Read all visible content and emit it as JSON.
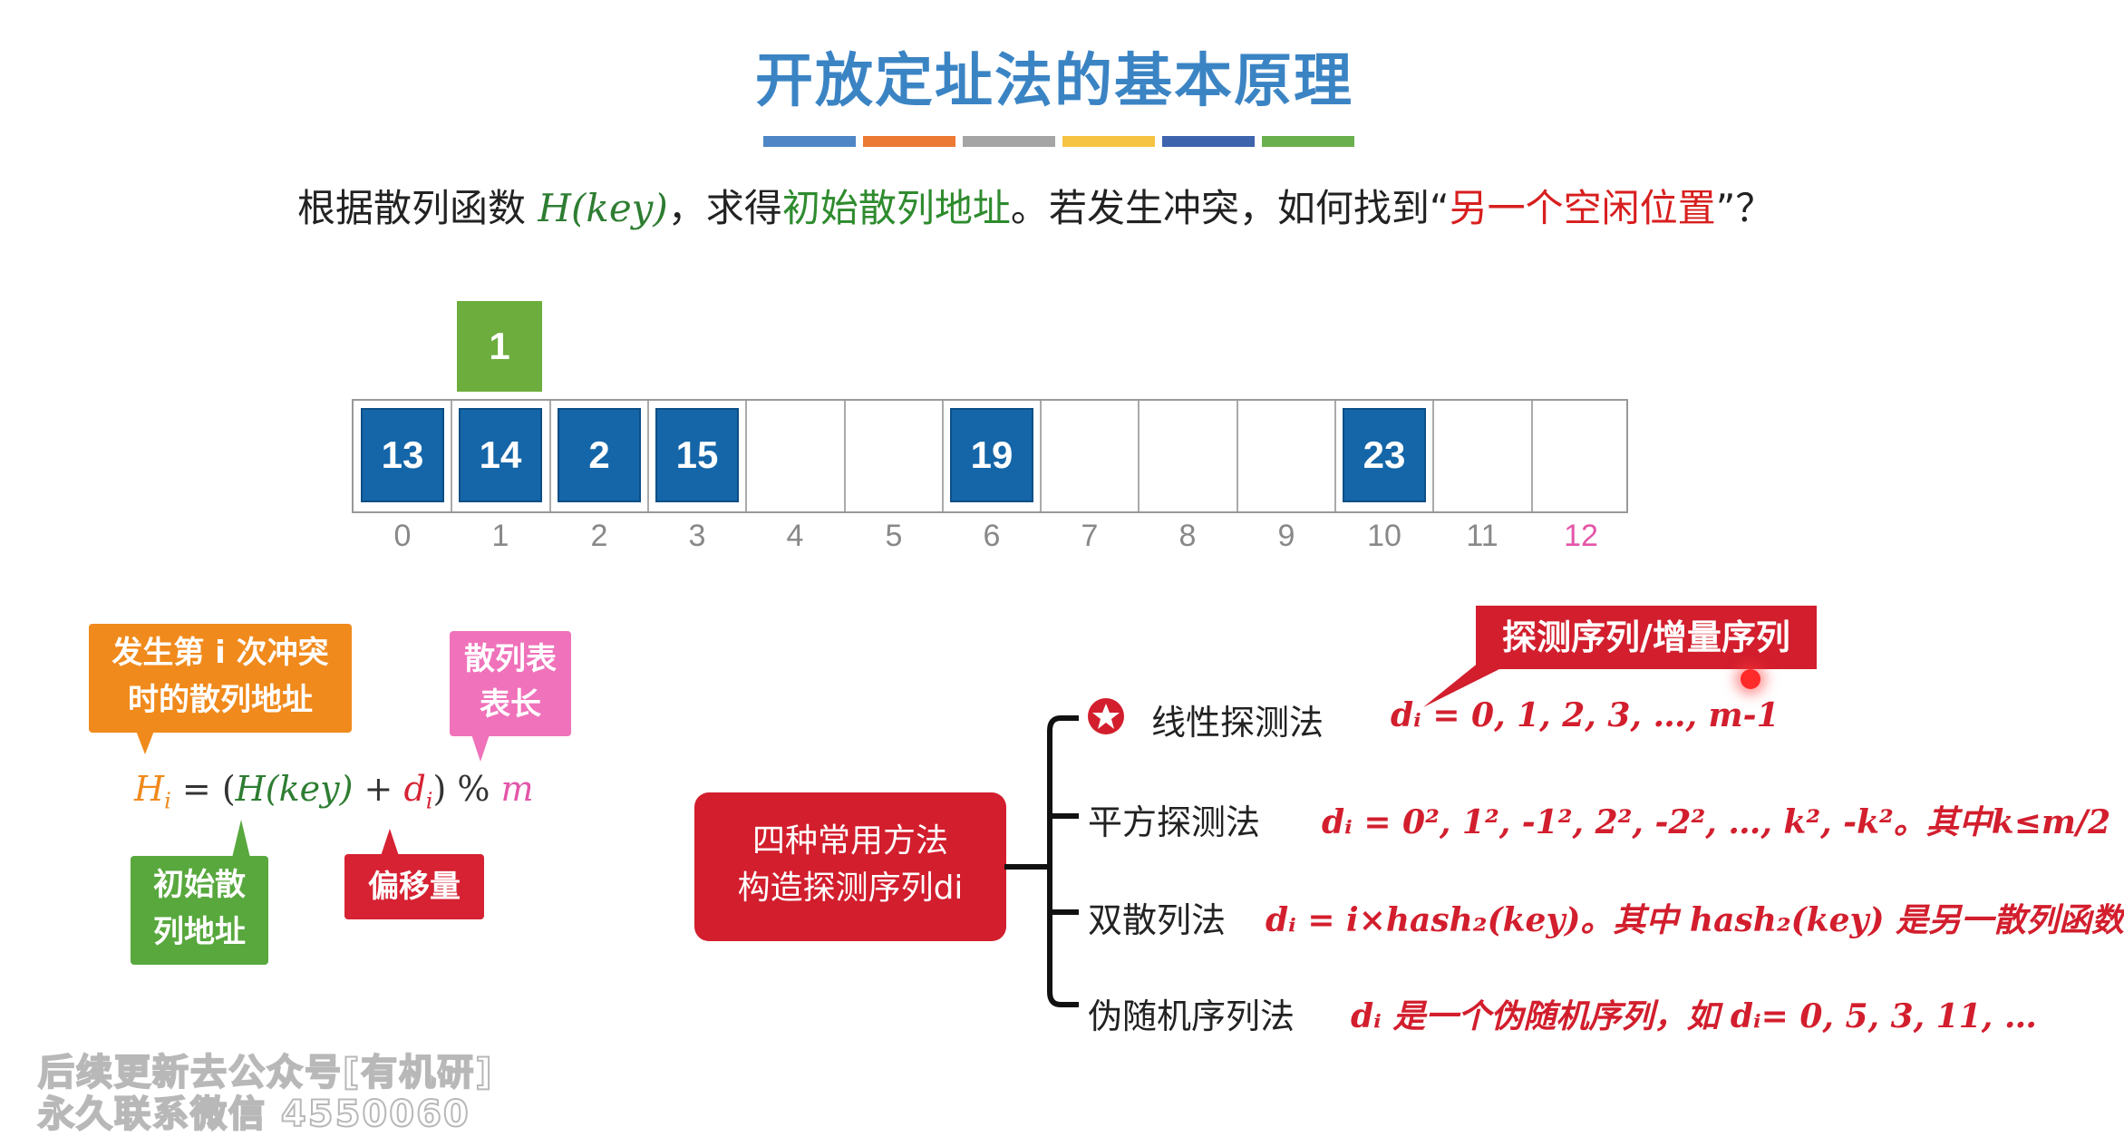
{
  "title": "开放定址法的基本原理",
  "color_bar": [
    "#4f86c6",
    "#ec7a35",
    "#a5a5a5",
    "#f6c343",
    "#3d64ad",
    "#6ab04c"
  ],
  "subtitle": {
    "p1": "根据散列函数 ",
    "fn": "H(key)",
    "p2": "，求得",
    "green": "初始散列地址",
    "p3": "。若发生冲突，如何找到“",
    "red": "另一个空闲位置",
    "p4": "”？"
  },
  "hash_table": {
    "cells": [
      "13",
      "14",
      "2",
      "15",
      "",
      "",
      "19",
      "",
      "",
      "",
      "23",
      "",
      ""
    ],
    "indices": [
      "0",
      "1",
      "2",
      "3",
      "4",
      "5",
      "6",
      "7",
      "8",
      "9",
      "10",
      "11",
      "12"
    ],
    "pending_value": "1"
  },
  "callouts": {
    "orange_line1": "发生第 i 次冲突",
    "orange_line2": "时的散列地址",
    "pink_line1": "散列表",
    "pink_line2": "表长",
    "green_line1": "初始散",
    "green_line2": "列地址",
    "red": "偏移量"
  },
  "formula": {
    "h": "H",
    "h_sub": "i",
    "eq": " = (",
    "hkey": "H(key)",
    "plus": " + ",
    "d": "d",
    "d_sub": "i",
    "close": ") % ",
    "m": "m"
  },
  "center_box": {
    "line1": "四种常用方法",
    "line2": "构造探测序列di"
  },
  "probe_tag": "探测序列/增量序列",
  "methods": [
    {
      "label": "线性探测法",
      "formula": "dᵢ = 0, 1, 2, 3, …, m-1"
    },
    {
      "label": "平方探测法",
      "formula": "dᵢ = 0², 1², -1², 2², -2², …, k², -k²。其中k≤m/2"
    },
    {
      "label": "双散列法",
      "formula": "dᵢ = i×hash₂(key)。其中 hash₂(key) 是另一散列函数"
    },
    {
      "label": "伪随机序列法",
      "formula": "dᵢ 是一个伪随机序列，如 dᵢ= 0, 5, 3, 11, …"
    }
  ],
  "watermark": {
    "line1": "后续更新去公众号[有机研]",
    "line2": "永久联系微信 4550060"
  }
}
